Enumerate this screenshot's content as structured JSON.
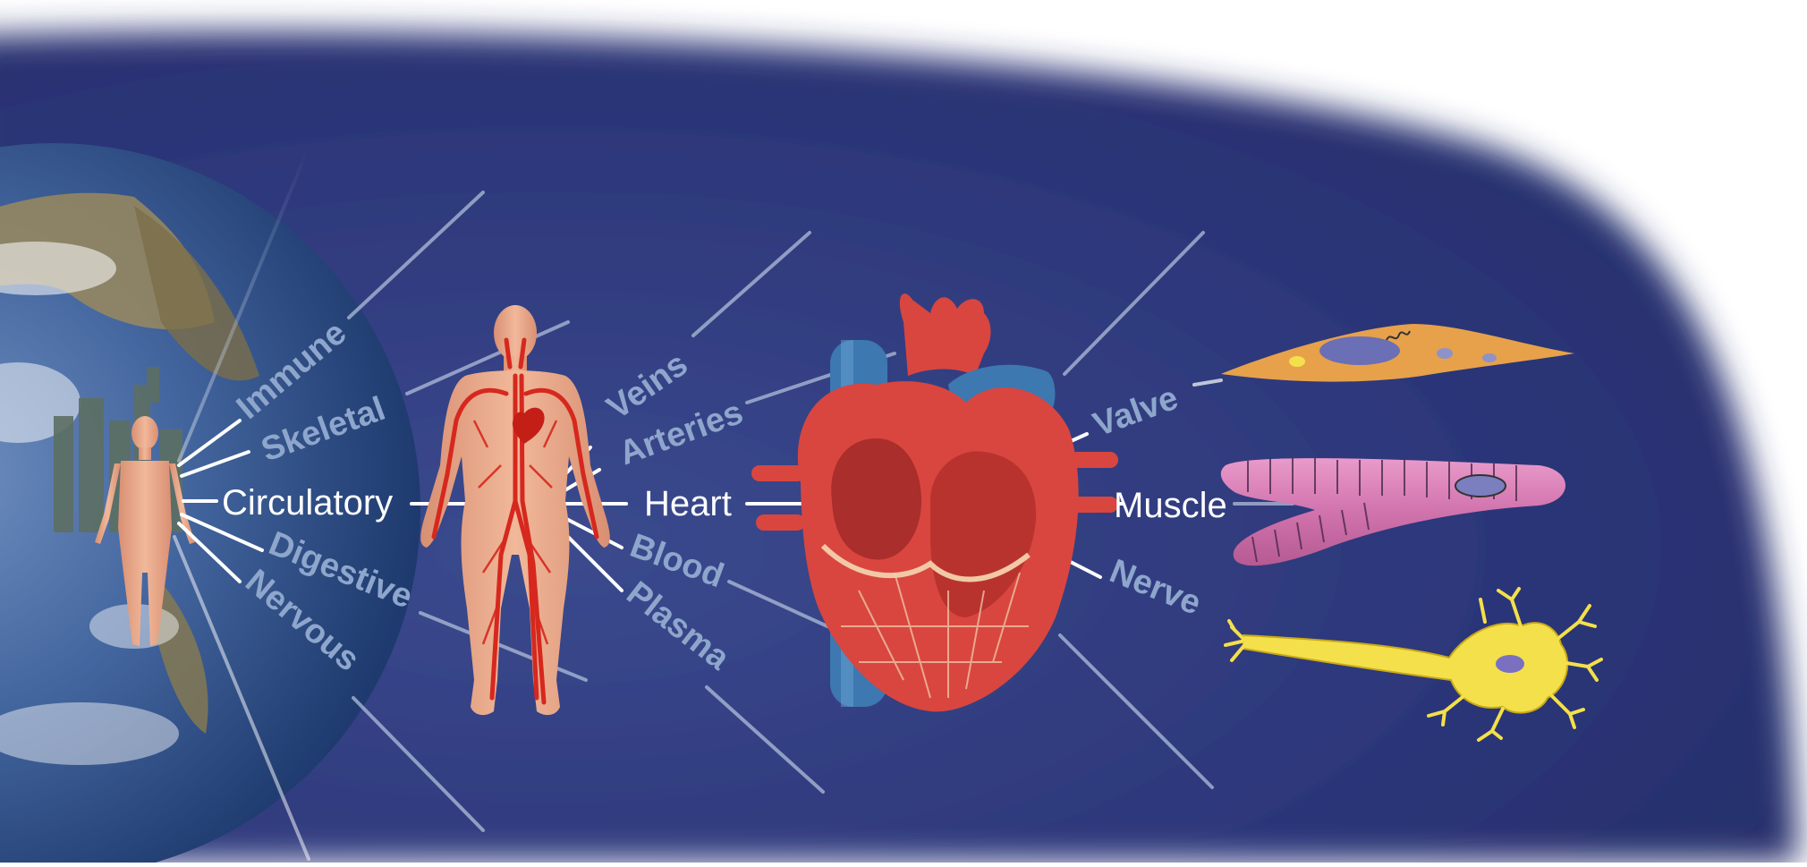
{
  "labels": {
    "body_systems": [
      "Immune",
      "Skeletal",
      "Circulatory",
      "Digestive",
      "Nervous"
    ],
    "circulatory_parts": [
      "Veins",
      "Arteries",
      "Heart",
      "Blood",
      "Plasma"
    ],
    "heart_tissues": [
      "Valve",
      "Muscle",
      "Nerve"
    ]
  },
  "colors": {
    "background": "#2f3a7a",
    "highlight_label": "#ffffff",
    "dim_label": "#8ea6cc",
    "body_skin": "#e7a988",
    "vessel_red": "#d6281e",
    "heart_red": "#d9463f",
    "vein_blue": "#3d78b0",
    "neuron_yellow": "#f3e04a"
  },
  "icons": [
    "earth-globe",
    "city-skyline",
    "human-figure",
    "circulatory-system-figure",
    "heart-cross-section",
    "smooth-muscle-cell",
    "cardiac-muscle-cell",
    "neuron-cell"
  ]
}
